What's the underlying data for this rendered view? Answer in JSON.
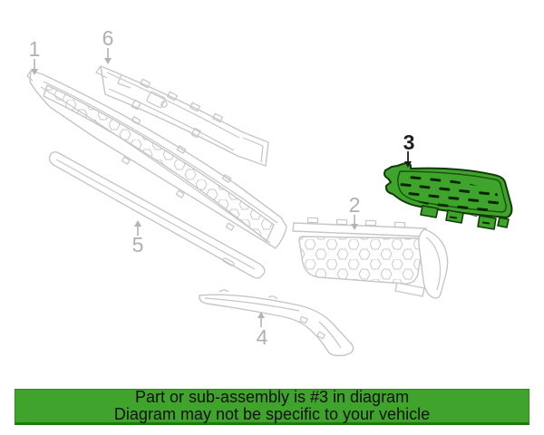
{
  "banner": {
    "line1": "Part or sub-assembly is #3 in diagram",
    "line2": "Diagram may not be specific to your vehicle"
  },
  "highlighted_callout": "3",
  "callouts": [
    {
      "label": "1",
      "highlighted": false
    },
    {
      "label": "2",
      "highlighted": false
    },
    {
      "label": "3",
      "highlighted": true
    },
    {
      "label": "4",
      "highlighted": false
    },
    {
      "label": "5",
      "highlighted": false
    },
    {
      "label": "6",
      "highlighted": false
    }
  ],
  "colors": {
    "highlight_green": "#3fa42b",
    "highlight_outline": "#123b07",
    "slot_black": "#0c2603",
    "banner_green": "#3fa32c",
    "banner_border": "#2e8c18",
    "line_art_gray": "#c6c6c6",
    "callout_gray": "#b0b0b0",
    "callout_black": "#1f1f1f"
  }
}
